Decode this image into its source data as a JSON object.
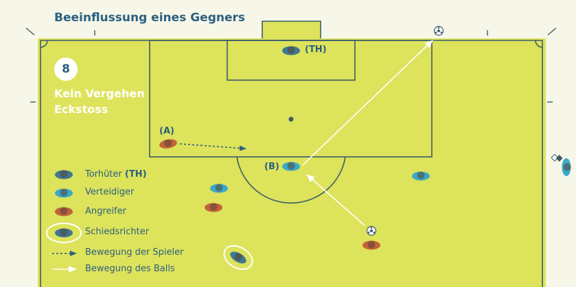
{
  "title": "Beeinflussung eines Gegners",
  "scenario": {
    "number": "8",
    "line1": "Kein Vergehen",
    "line2": "Eckstoss"
  },
  "labels": {
    "goalkeeper": "(TH)",
    "attacker_a": "(A)",
    "defender_b": "(B)"
  },
  "legend": {
    "goalkeeper": {
      "text": "Torhüter",
      "suffix": "(TH)"
    },
    "defender": "Verteidiger",
    "attacker": "Angreifer",
    "referee": "Schiedsrichter",
    "player_movement": "Bewegung der Spieler",
    "ball_movement": "Bewegung des Balls"
  },
  "colors": {
    "pitch": "#dde35b",
    "lines": "#3c5c6a",
    "goalkeeper": "#3f7893",
    "defender": "#3aa9c9",
    "attacker": "#c0623c",
    "referee": "#3f7893",
    "title": "#2c6080",
    "ball_arrow": "#ffffff",
    "player_arrow": "#2c6080"
  },
  "icons": [
    "ball-icon",
    "corner-flag-icon",
    "player-icon",
    "arrow-icon"
  ]
}
